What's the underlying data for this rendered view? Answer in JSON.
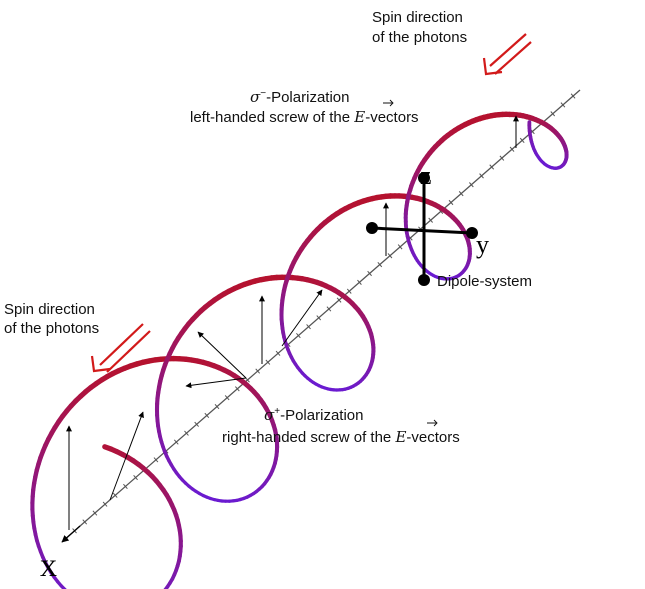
{
  "labels": {
    "spin_top": [
      "Spin direction",
      "of the photons"
    ],
    "spin_left": [
      "Spin direction",
      "of the photons"
    ],
    "sigma_minus_symbol": "σ",
    "sigma_minus_sup": "−",
    "sigma_minus_title": "-Polarization",
    "sigma_minus_desc_pre": "left-handed screw of the ",
    "sigma_plus_symbol": "σ",
    "sigma_plus_sup": "+",
    "sigma_plus_title": "-Polarization",
    "sigma_plus_desc_pre": "right-handed screw of the ",
    "vector_letter": "E",
    "desc_post": "-vectors",
    "dipole": "Dipole-system",
    "axis_x": "x",
    "axis_y": "y",
    "axis_z": "z"
  },
  "colors": {
    "wave_red": "#b5122e",
    "wave_violet": "#6a1bd1",
    "arrow_red": "#d21a1a",
    "axis": "#555555",
    "dipole": "#000000"
  }
}
